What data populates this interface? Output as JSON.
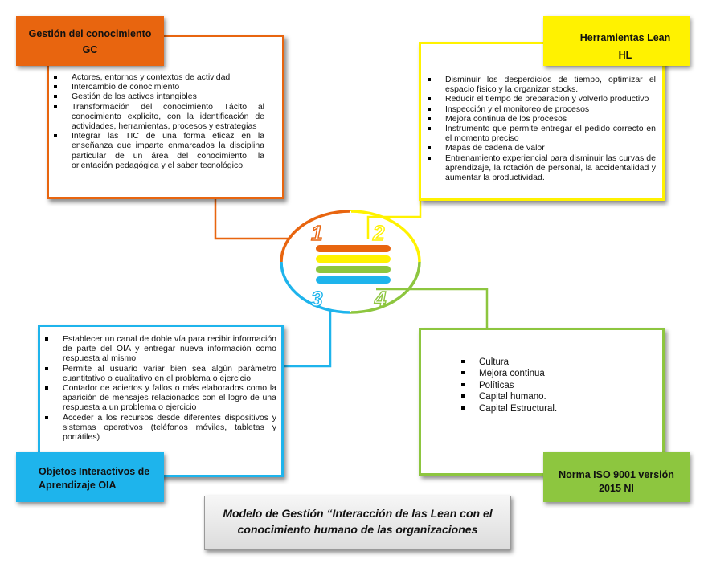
{
  "gc": {
    "title_line1": "Gestión del conocimiento",
    "title_line2": "GC",
    "color": "#E8650F",
    "items": [
      "Actores, entornos y contextos de actividad",
      "Intercambio de conocimiento",
      "Gestión de los activos intangibles",
      "Transformación del conocimiento Tácito al conocimiento explícito, con la identificación de actividades, herramientas, procesos y estrategias",
      "Integrar las TIC de una forma eficaz en la enseñanza que imparte enmarcados la disciplina particular de un área del conocimiento, la orientación pedagógica y el saber tecnológico."
    ]
  },
  "hl": {
    "title_line1": "Herramientas Lean",
    "title_line2": "HL",
    "color": "#FFF200",
    "items": [
      "Disminuir los desperdicios de tiempo, optimizar el espacio físico y la organizar stocks.",
      "Reducir el tiempo de preparación y volverlo productivo",
      "Inspección y el monitoreo de procesos",
      "Mejora continua de los procesos",
      "Instrumento que permite entregar el pedido correcto en el momento preciso",
      "Mapas de cadena de valor",
      "Entrenamiento experiencial para disminuir las curvas de aprendizaje, la rotación de personal, la accidentalidad y aumentar la productividad."
    ]
  },
  "oia": {
    "title_line1": "Objetos Interactivos de",
    "title_line2": "Aprendizaje OIA",
    "color": "#1EB4EC",
    "items": [
      "Establecer un canal de doble vía para recibir información de parte del OIA y entregar nueva información como respuesta al mismo",
      "Permite al usuario variar bien sea algún parámetro cuantitativo o cualitativo en el problema o ejercicio",
      "Contador de aciertos y fallos o más elaborados como la aparición de mensajes relacionados con el logro de una respuesta a un problema o ejercicio",
      "Acceder a los recursos desde diferentes dispositivos y sistemas operativos (teléfonos móviles, tabletas y portátiles)"
    ]
  },
  "iso": {
    "title_line1": "Norma ISO 9001 versión",
    "title_line2": "2015 NI",
    "color": "#8DC63F",
    "items": [
      "Cultura",
      "Mejora continua",
      "Políticas",
      "Capital humano.",
      "Capital Estructural."
    ]
  },
  "center": {
    "numbers": [
      "1",
      "2",
      "3",
      "4"
    ],
    "bar_colors": [
      "#E8650F",
      "#FFF200",
      "#8DC63F",
      "#1EB4EC"
    ]
  },
  "caption": {
    "line1": "Modelo de Gestión “Interacción de las Lean con el",
    "line2": "conocimiento humano de las organizaciones"
  }
}
